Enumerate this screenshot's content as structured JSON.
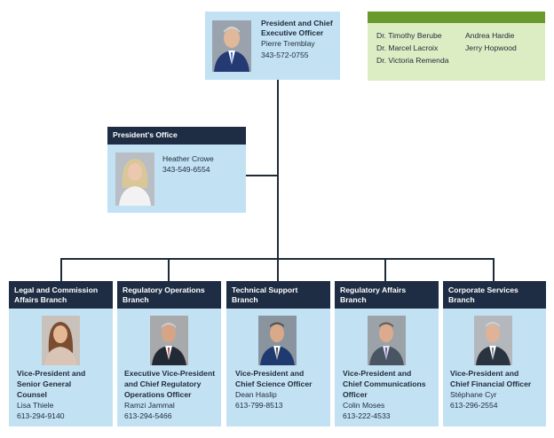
{
  "ceo": {
    "title_line1": "President and Chief",
    "title_line2": "Executive Officer",
    "name": "Pierre Tremblay",
    "phone": "343-572-0755"
  },
  "board": {
    "col1": [
      "Dr. Timothy Berube",
      "Dr. Marcel Lacroix",
      "Dr. Victoria Remenda"
    ],
    "col2": [
      "Andrea Hardie",
      "Jerry Hopwood"
    ]
  },
  "office": {
    "header": "President's Office",
    "name": "Heather Crowe",
    "phone": "343-549-6554"
  },
  "branches": [
    {
      "header": [
        "Legal and Commission",
        "Affairs Branch"
      ],
      "title": [
        "Vice-President and",
        "Senior General",
        "Counsel"
      ],
      "name": "Lisa Thiele",
      "phone": "613-294-9140"
    },
    {
      "header": [
        "Regulatory Operations",
        "Branch"
      ],
      "title": [
        "Executive Vice-President",
        "and Chief Regulatory",
        "Operations Officer"
      ],
      "name": "Ramzi Jammal",
      "phone": "613-294-5466"
    },
    {
      "header": [
        "Technical Support",
        "Branch"
      ],
      "title": [
        "Vice-President and",
        "Chief Science Officer"
      ],
      "name": "Dean Haslip",
      "phone": "613-799-8513"
    },
    {
      "header": [
        "Regulatory Affairs",
        "Branch"
      ],
      "title": [
        "Vice-President and",
        "Chief Communications",
        "Officer"
      ],
      "name": "Colin Moses",
      "phone": "613-222-4533"
    },
    {
      "header": [
        "Corporate Services",
        "Branch"
      ],
      "title": [
        "Vice-President and",
        "Chief Financial Officer"
      ],
      "name": "Stéphane Cyr",
      "phone": "613-296-2554"
    }
  ],
  "colors": {
    "box_fill": "#c2e2f4",
    "header_fill": "#1e2d44",
    "board_fill": "#dcedc4",
    "board_header": "#6a9a2c",
    "connector": "#1f2a36"
  }
}
